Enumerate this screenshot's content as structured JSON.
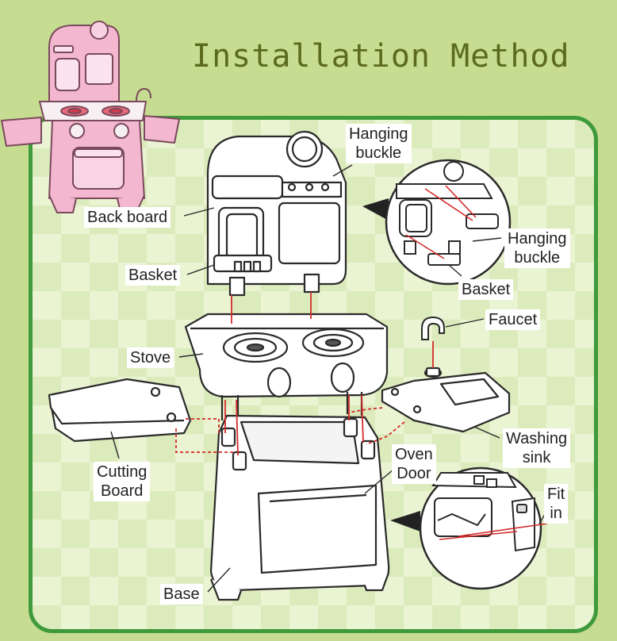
{
  "title": "Installation Method",
  "labels": {
    "hanging_buckle_top": [
      "Hanging",
      "buckle"
    ],
    "back_board": "Back board",
    "hanging_buckle_detail": [
      "Hanging",
      "buckle"
    ],
    "basket_main": "Basket",
    "basket_detail": "Basket",
    "faucet": "Faucet",
    "stove": "Stove",
    "washing_sink": [
      "Washing",
      "sink"
    ],
    "oven_door": [
      "Oven",
      "Door"
    ],
    "cutting_board": [
      "Cutting",
      "Board"
    ],
    "fit_in": [
      "Fit",
      "in"
    ],
    "base": "Base"
  },
  "colors": {
    "background": "#c6dc90",
    "panel_border": "#3f9a3c",
    "title_text": "#5a6b1e",
    "toy_pink": "#f3b7cf",
    "leader_line": "#d42a2a"
  }
}
